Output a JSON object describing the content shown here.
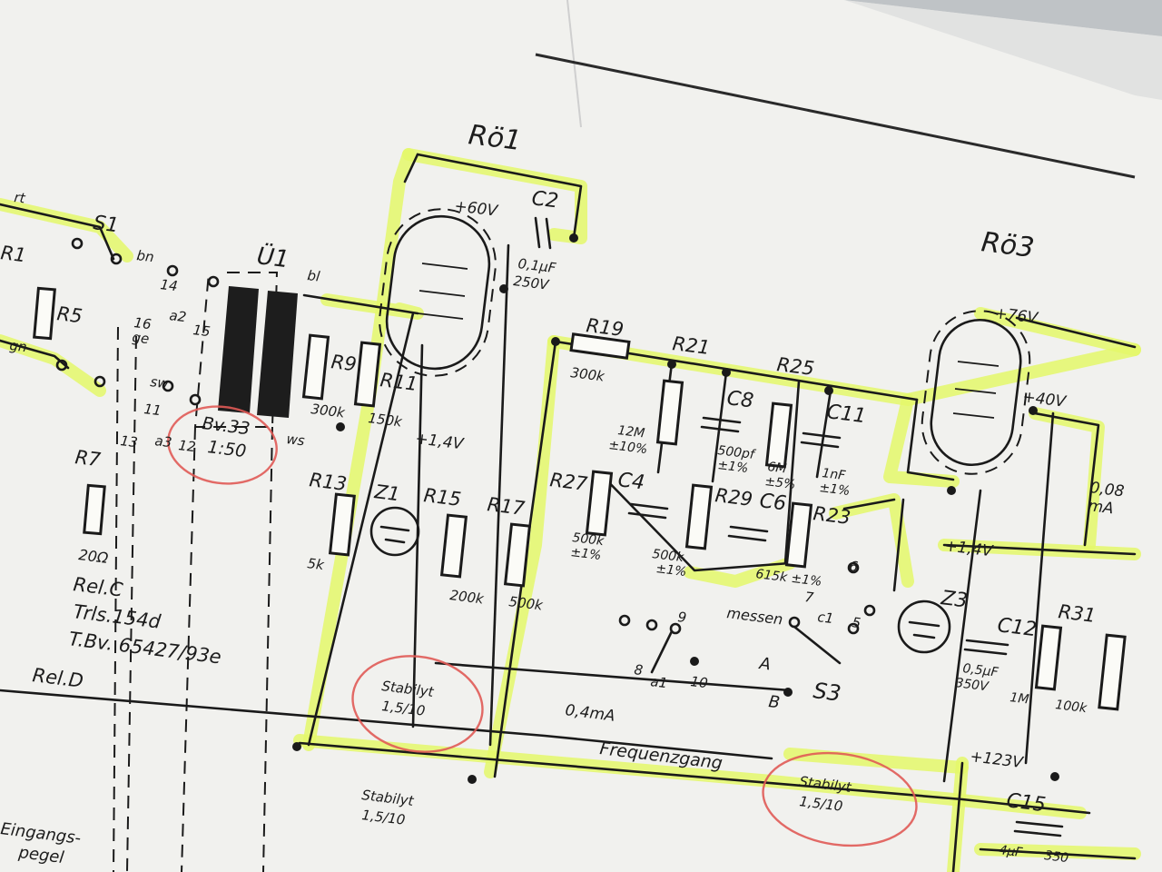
{
  "tube_labels": {
    "ro1": "Rö1",
    "ro3": "Rö3"
  },
  "voltages": {
    "v60": "+60V",
    "v76": "+76V",
    "v40": "+40V",
    "v14a": "+1,4V",
    "v14b": "+1,4V",
    "v123": "+123V",
    "i004": "0,4mA",
    "i008a": "0,08",
    "i008b": "mA"
  },
  "switches": {
    "s1": "S1",
    "s3": "S3",
    "rel_c": "Rel.C",
    "rel_d": "Rel.D",
    "trls": "Trls.154d",
    "tbv": "T.Bv. 65427/93e",
    "messen": "messen",
    "a": "A",
    "b": "B",
    "pin7": "7",
    "c1": "c1",
    "pin5": "5",
    "pin6": "6",
    "pin8": "8",
    "a1": "a1",
    "pin9": "9",
    "pin10": "10"
  },
  "transformer": {
    "name": "Ü1",
    "type": "Bv.33",
    "ratio": "1:50",
    "bl": "bl",
    "ws": "ws",
    "rt": "rt",
    "bn": "bn",
    "sw": "sw",
    "ge": "ge",
    "gn": "gn",
    "p14": "14",
    "p15": "15",
    "p16": "16",
    "p11": "11",
    "p12": "12",
    "p13": "13",
    "a2": "a2",
    "a3": "a3"
  },
  "components": {
    "r1": "R1",
    "r5": "R5",
    "r7": "R7",
    "r7v": "20Ω",
    "r9": "R9",
    "r9v": "300k",
    "r11": "R11",
    "r11v": "150k",
    "r13": "R13",
    "r13v": "5k",
    "z1": "Z1",
    "r15": "R15",
    "r15v": "200k",
    "r17": "R17",
    "r17v": "500k",
    "c2": "C2",
    "c2v1": "0,1μF",
    "c2v2": "250V",
    "r19": "R19",
    "r19v": "300k",
    "r21": "R21",
    "r21v1": "12M",
    "r21v2": "±10%",
    "c8": "C8",
    "c8v1": "500pf",
    "c8v2": "±1%",
    "r25": "R25",
    "r25v1": "6M",
    "r25v2": "±5%",
    "c11": "C11",
    "c11v1": "1nF",
    "c11v2": "±1%",
    "r27": "R27",
    "r27v1": "500k",
    "r27v2": "±1%",
    "c4": "C4",
    "c4v1": "500k",
    "c4v2": "±1%",
    "r29": "R29",
    "c6": "C6",
    "r23": "R23",
    "r23v": "615k ±1%",
    "z3": "Z3",
    "c12": "C12",
    "c12v1": "0,5μF",
    "c12v2": "350V",
    "r31": "R31",
    "r31v1": "1M",
    "r31v2": "100k",
    "c15": "C15",
    "c15v1": "4μF",
    "c15v2": "350"
  },
  "notes": {
    "stab_a1": "Stabilyt",
    "stab_a2": "1,5/10",
    "stab_b1": "Stabilyt",
    "stab_b2": "1,5/10",
    "stab_c1": "Stabilyt",
    "stab_c2": "1,5/10",
    "freq": "Frequenzgang",
    "eingang1": "Eingangs-",
    "eingang2": "pegel"
  }
}
